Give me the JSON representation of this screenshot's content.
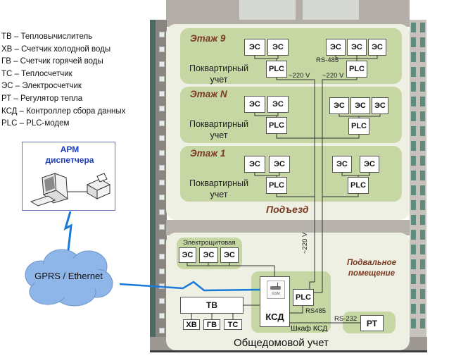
{
  "legend": [
    "ТВ – Тепловычислитель",
    "ХВ – Счетчик холодной воды",
    "ГВ – Счетчик горячей воды",
    "ТС – Теплосчетчик",
    "ЭС – Электросчетчик",
    "РТ – Регулятор тепла",
    "КСД – Контроллер сбора данных",
    "PLC – PLC-модем"
  ],
  "arm": {
    "title": "АРМ диспетчера"
  },
  "cloud": {
    "label": "GPRS / Ethernet"
  },
  "floors": [
    {
      "title": "Этаж 9",
      "label": "Поквартирный учет",
      "left_meters": [
        "ЭС",
        "ЭС"
      ],
      "right_meters": [
        "ЭС",
        "ЭС",
        "ЭС"
      ],
      "plc": "PLC",
      "bus_label": "RS-485",
      "voltage_left": "~220 V",
      "voltage_right": "~220 V"
    },
    {
      "title": "Этаж N",
      "label": "Поквартирный учет",
      "left_meters": [
        "ЭС",
        "ЭС"
      ],
      "right_meters": [
        "ЭС",
        "ЭС",
        "ЭС"
      ],
      "plc": "PLC"
    },
    {
      "title": "Этаж 1",
      "label": "Поквартирный учет",
      "left_meters": [
        "ЭС",
        "ЭС"
      ],
      "right_meters": [
        "ЭС",
        "ЭС"
      ],
      "plc": "PLC"
    }
  ],
  "entrance": {
    "title": "Подъезд"
  },
  "basement": {
    "title": "Подвальное помещение",
    "switchboard": {
      "title": "Электрощитовая",
      "meters": [
        "ЭС",
        "ЭС",
        "ЭС"
      ]
    },
    "voltage": "~220 V",
    "ksd": {
      "label": "КСД",
      "gsm": "GSM",
      "plc": "PLC",
      "bus": "RS485",
      "cabinet": "Шкаф КСД"
    },
    "tv": {
      "label": "ТВ",
      "meters": [
        "ХВ",
        "ГВ",
        "ТС"
      ]
    },
    "rt": {
      "label": "РТ",
      "bus": "RS-232"
    },
    "footer": "Общедомовой учет"
  },
  "colors": {
    "panel": "#c6d7a4",
    "title": "#7a3a22",
    "link": "#1a7ad9",
    "arm_title": "#1c3fbf"
  }
}
